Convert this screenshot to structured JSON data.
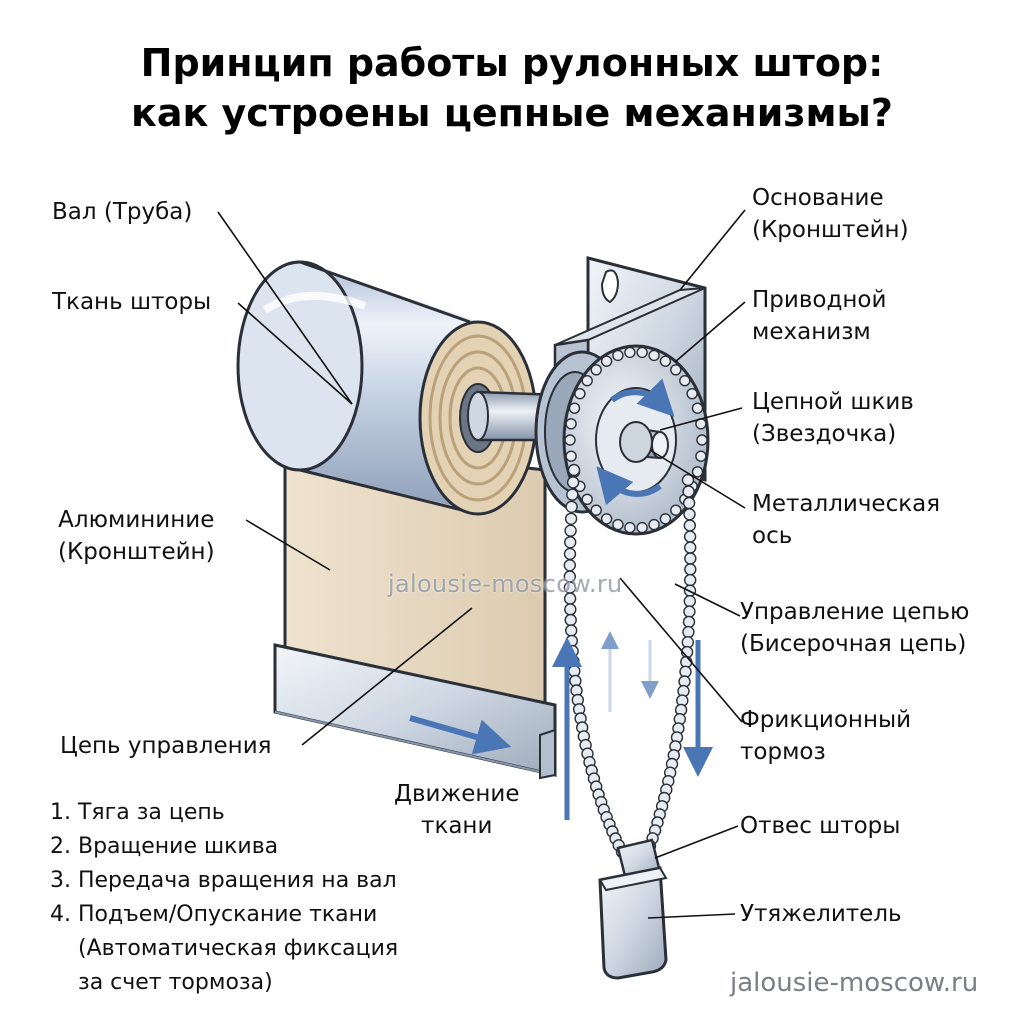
{
  "title": {
    "line1": "Принцип работы рулонных штор:",
    "line2": "как устроены цепные механизмы?"
  },
  "labels": {
    "shaft": "Вал (Труба)",
    "fabric": "Ткань шторы",
    "aluminum_line1": "Алюмининие",
    "aluminum_line2": "(Кронштейн)",
    "chain_control": "Цепь управления",
    "fabric_motion_line1": "Движение",
    "fabric_motion_line2": "ткани",
    "base_line1": "Основание",
    "base_line2": "(Кронштейн)",
    "drive_line1": "Приводной",
    "drive_line2": "механизм",
    "pulley_line1": "Цепной шкив",
    "pulley_line2": "(Звездочка)",
    "axle_line1": "Металлическая",
    "axle_line2": "ось",
    "chain_mgmt_line1": "Управление цепью",
    "chain_mgmt_line2": "(Бисерочная цепь)",
    "brake_line1": "Фрикционный",
    "brake_line2": "тормоз",
    "plumb": "Отвес шторы",
    "weight": "Утяжелитель"
  },
  "steps": [
    "1. Тяга за цепь",
    "2. Вращение шкива",
    "3. Передача вращения на вал",
    "4. Подъем/Опускание ткани"
  ],
  "steps_note_line1": "(Автоматическая фиксация",
  "steps_note_line2": "за счет тормоза)",
  "watermark_center": "jalousie-moscow.ru",
  "watermark_bottom": "jalousie-moscow.ru",
  "colors": {
    "steel": "#c9d3df",
    "fabric": "#e8d9c0",
    "arrow_blue": "#4a76b5",
    "outline": "#2a2f38"
  },
  "icons": [
    "rotation-arrow-icon",
    "up-arrow-icon",
    "down-arrow-icon",
    "right-arrow-icon"
  ]
}
